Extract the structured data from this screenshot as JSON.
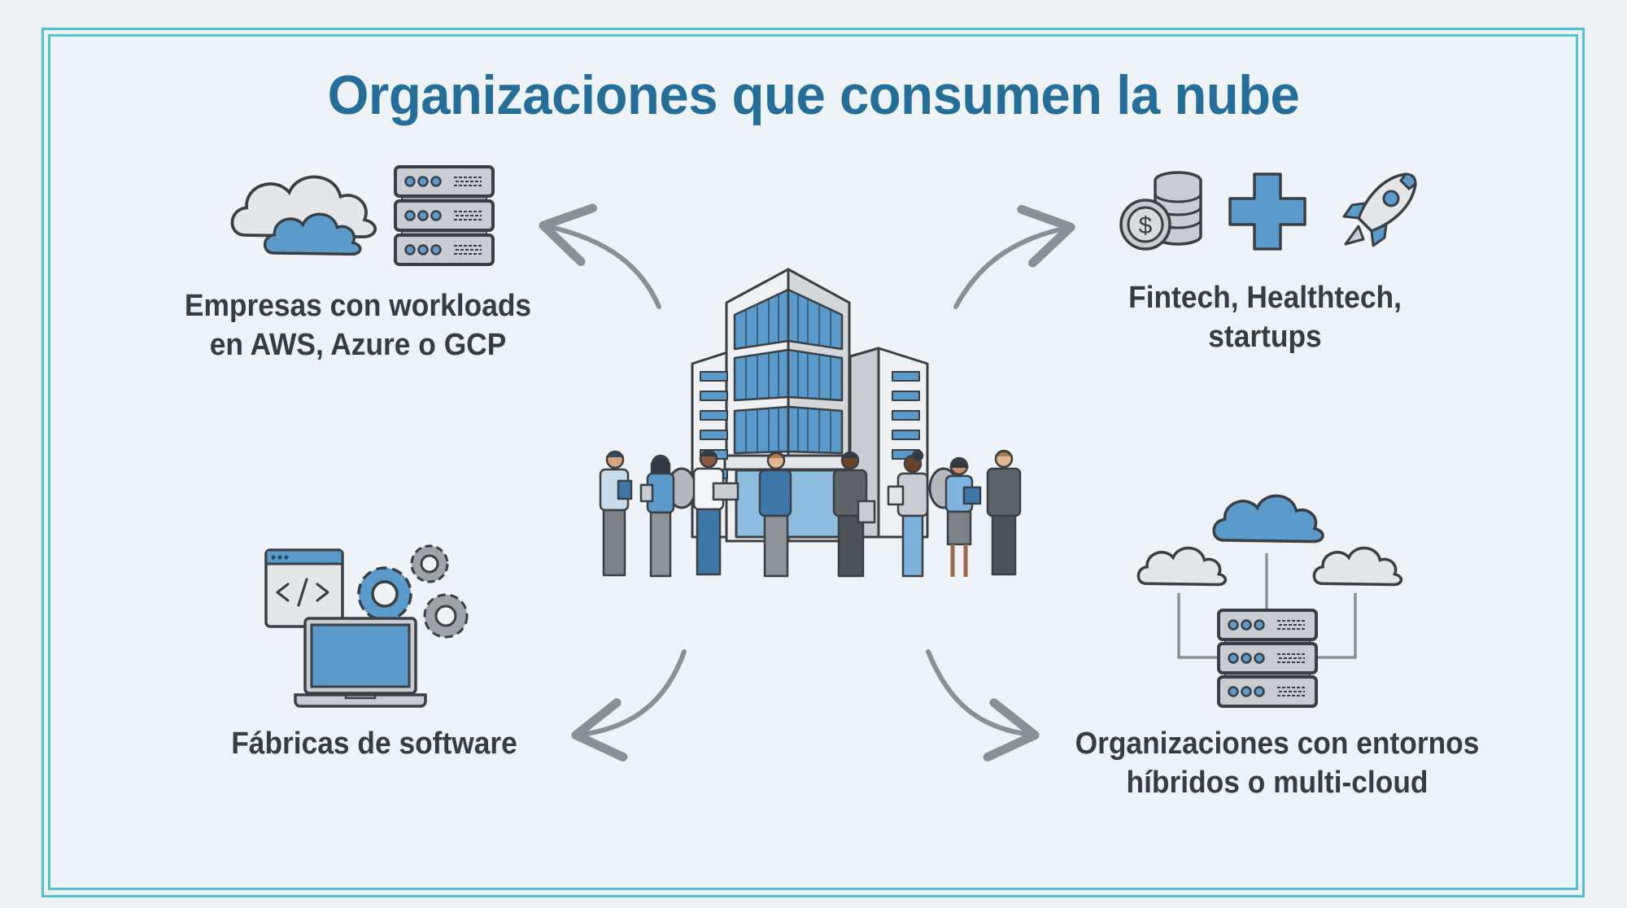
{
  "title": "Organizaciones que consumen la nube",
  "center": {
    "illustration": "office-building-with-business-people",
    "people_count": 8
  },
  "segments": [
    {
      "id": "top-left",
      "label_line1": "Empresas con workloads",
      "label_line2": "en AWS, Azure o GCP",
      "icons": [
        "cloud-icon",
        "server-rack-icon"
      ]
    },
    {
      "id": "top-right",
      "label_line1": "Fintech, Healthtech,",
      "label_line2": "startups",
      "icons": [
        "coins-dollar-icon",
        "medical-cross-icon",
        "rocket-icon"
      ]
    },
    {
      "id": "bottom-left",
      "label_line1": "Fábricas de software",
      "icons": [
        "code-window-icon",
        "laptop-icon",
        "gears-icon"
      ]
    },
    {
      "id": "bottom-right",
      "label_line1": "Organizaciones con entornos",
      "label_line2": "híbridos o multi-cloud",
      "icons": [
        "multi-cloud-server-icon"
      ]
    }
  ],
  "colors": {
    "border": "#4fc3d3",
    "title": "#266e9a",
    "label": "#363c42",
    "accent_blue": "#5a9bcb",
    "icon_gray": "#c9cdd1",
    "outline": "#3a3f44",
    "arrow": "#8a9095",
    "background": "#edf3f7"
  }
}
